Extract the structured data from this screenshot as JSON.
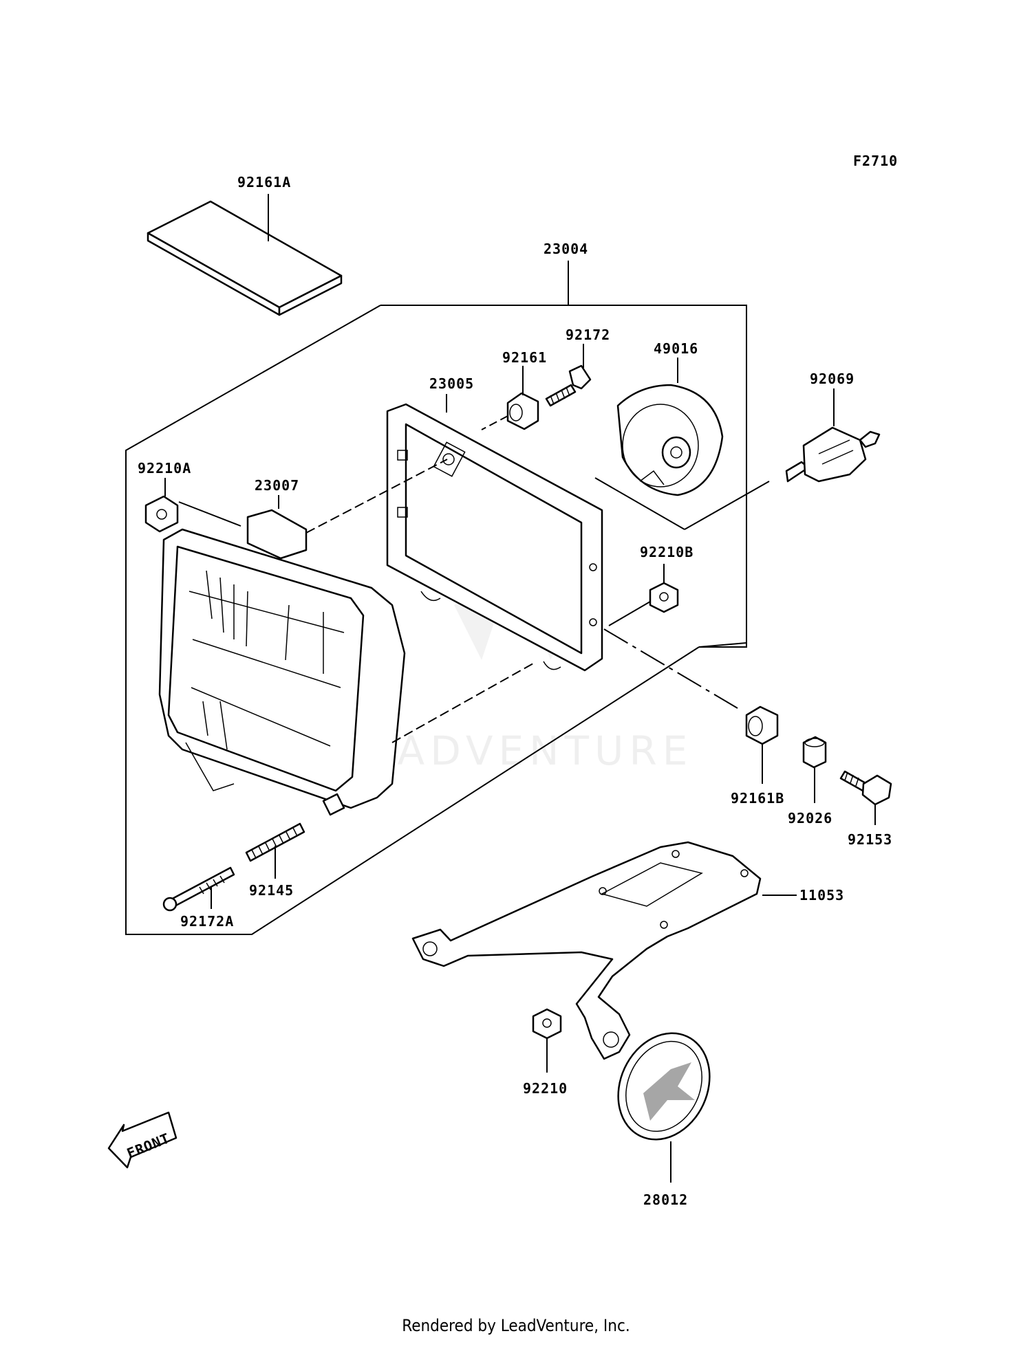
{
  "figure_code": "F2710",
  "watermark": "LEADVENTURE",
  "front_marker": "FRONT",
  "footer": "Rendered by LeadVenture, Inc.",
  "parts": {
    "p92161A": "92161A",
    "p23004": "23004",
    "p92172": "92172",
    "p92161": "92161",
    "p49016": "49016",
    "p92069": "92069",
    "p23005": "23005",
    "p92210A": "92210A",
    "p23007": "23007",
    "p92210B": "92210B",
    "p92161B": "92161B",
    "p92026": "92026",
    "p92153": "92153",
    "p11053": "11053",
    "p92145": "92145",
    "p92172A": "92172A",
    "p92210": "92210",
    "p28012": "28012"
  }
}
